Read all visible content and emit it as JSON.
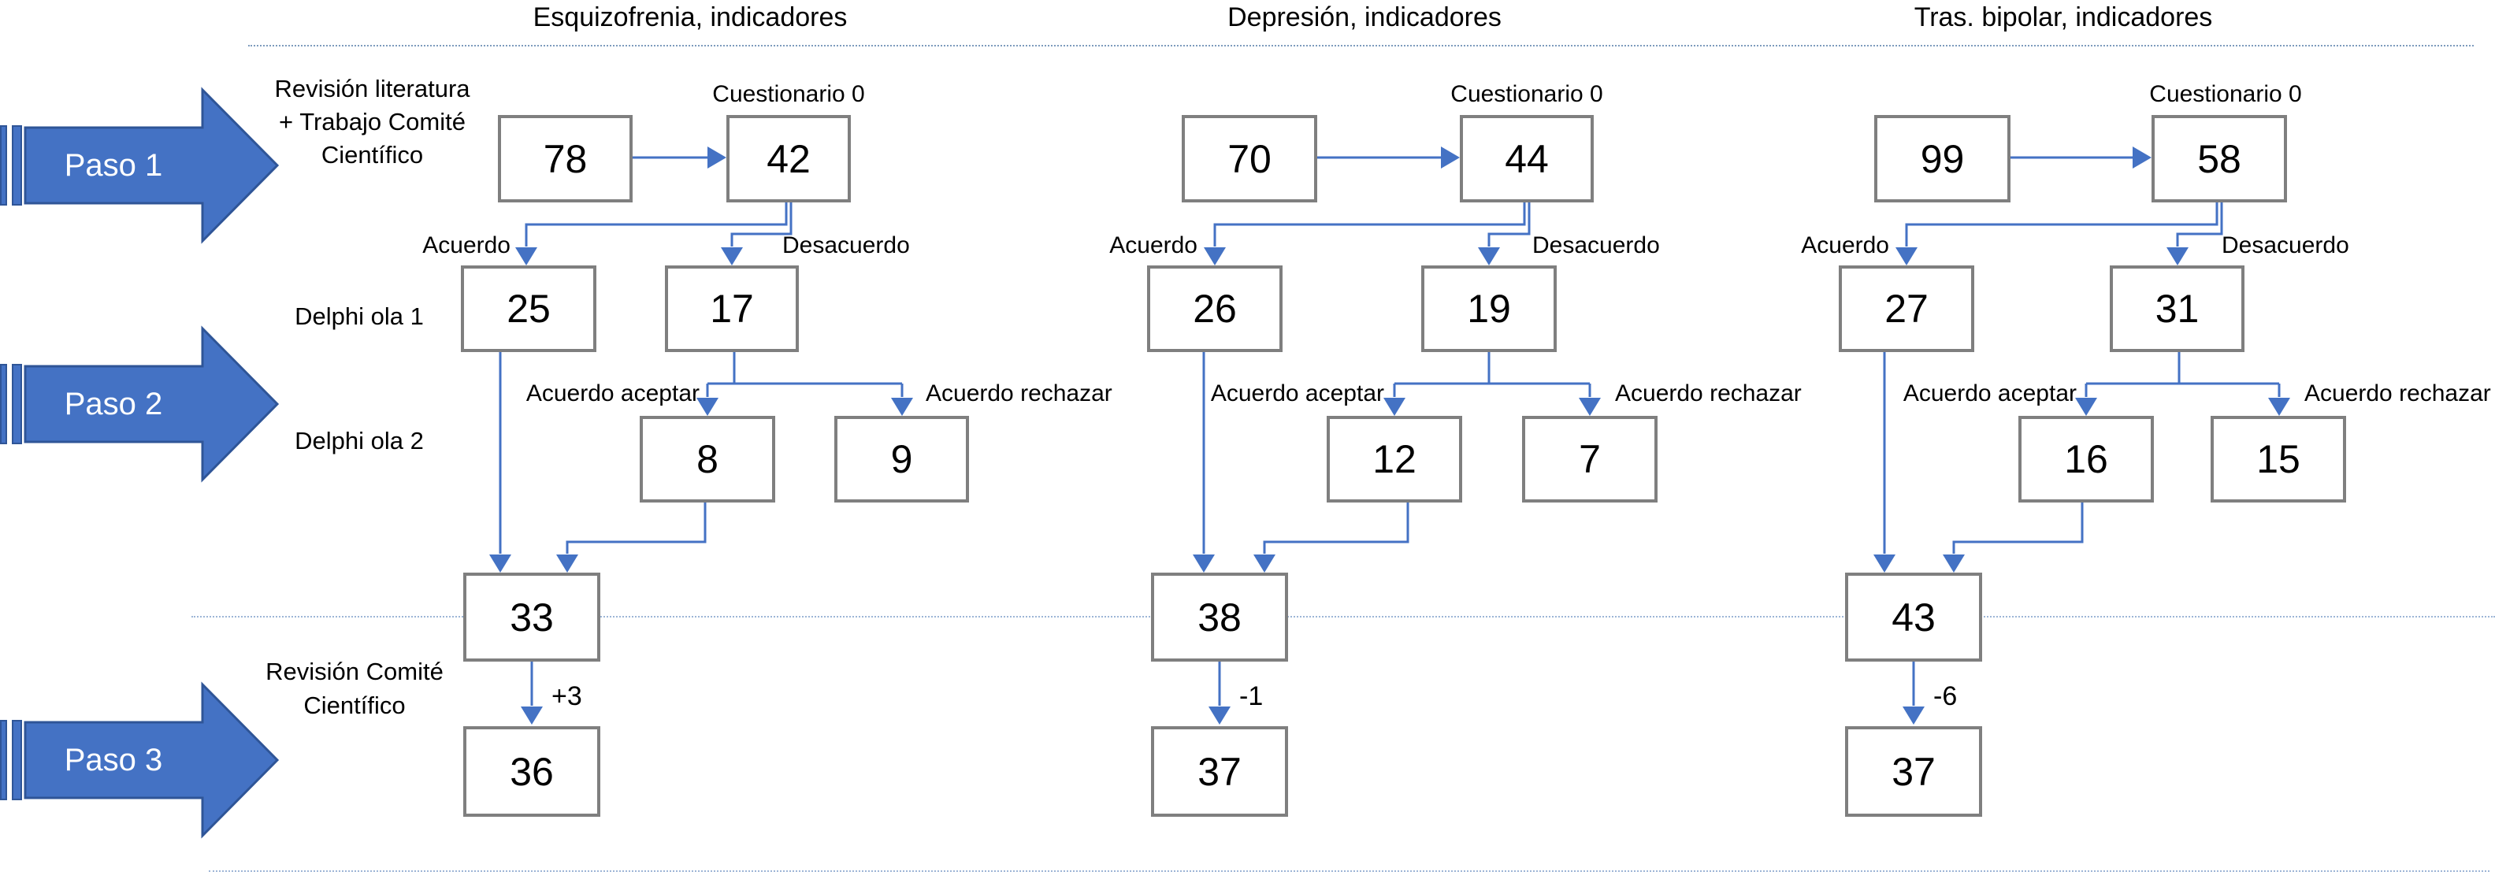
{
  "columns": [
    {
      "header": "Esquizofrenia, indicadores",
      "cuestionario_label": "Cuestionario 0",
      "boxes": {
        "initial": "78",
        "filtered": "42",
        "acuerdo": "25",
        "desacuerdo": "17",
        "aceptar": "8",
        "rechazar": "9",
        "merged": "33",
        "final": "36"
      },
      "branch_labels": {
        "acuerdo": "Acuerdo",
        "desacuerdo": "Desacuerdo",
        "aceptar": "Acuerdo aceptar",
        "rechazar": "Acuerdo rechazar"
      },
      "delta": "+3"
    },
    {
      "header": "Depresión, indicadores",
      "cuestionario_label": "Cuestionario 0",
      "boxes": {
        "initial": "70",
        "filtered": "44",
        "acuerdo": "26",
        "desacuerdo": "19",
        "aceptar": "12",
        "rechazar": "7",
        "merged": "38",
        "final": "37"
      },
      "branch_labels": {
        "acuerdo": "Acuerdo",
        "desacuerdo": "Desacuerdo",
        "aceptar": "Acuerdo aceptar",
        "rechazar": "Acuerdo rechazar"
      },
      "delta": "-1"
    },
    {
      "header": "Tras. bipolar, indicadores",
      "cuestionario_label": "Cuestionario 0",
      "boxes": {
        "initial": "99",
        "filtered": "58",
        "acuerdo": "27",
        "desacuerdo": "31",
        "aceptar": "16",
        "rechazar": "15",
        "merged": "43",
        "final": "37"
      },
      "branch_labels": {
        "acuerdo": "Acuerdo",
        "desacuerdo": "Desacuerdo",
        "aceptar": "Acuerdo aceptar",
        "rechazar": "Acuerdo rechazar"
      },
      "delta": "-6"
    }
  ],
  "steps": [
    {
      "label": "Paso 1"
    },
    {
      "label": "Paso 2"
    },
    {
      "label": "Paso 3"
    }
  ],
  "stage_labels": {
    "step1_lines": [
      "Revisión literatura",
      "+ Trabajo Comité",
      "Científico"
    ],
    "delphi_wave1": "Delphi ola 1",
    "delphi_wave2": "Delphi ola 2",
    "step3_lines": [
      "Revisión Comité",
      "Científico"
    ]
  },
  "colors": {
    "accent_blue": "#4472C4",
    "paso_border": "#2F5597",
    "box_border": "#7F7F7F",
    "guide_line": "#7d9bbd"
  }
}
